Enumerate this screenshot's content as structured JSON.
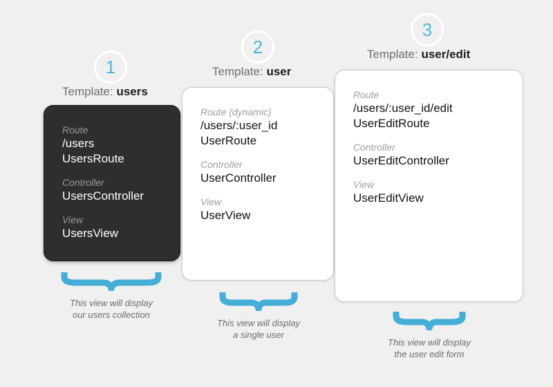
{
  "canvas": {
    "background": "#f0f0f0",
    "accent": "#4cb6de",
    "brace_color": "#44aed6",
    "dark_card_bg": "#2e2e2e",
    "light_card_bg": "#ffffff"
  },
  "steps": [
    {
      "number": "1",
      "template_prefix": "Template: ",
      "template_name": "users",
      "theme": "dark",
      "rows": [
        {
          "key": "Route",
          "value_1": "/users",
          "value_2": "UsersRoute"
        },
        {
          "key": "Controller",
          "value_1": "UsersController",
          "value_2": ""
        },
        {
          "key": "View",
          "value_1": "UsersView",
          "value_2": ""
        }
      ],
      "description_line_1": "This view will display",
      "description_line_2": "our users collection"
    },
    {
      "number": "2",
      "template_prefix": "Template: ",
      "template_name": "user",
      "theme": "light",
      "rows": [
        {
          "key": "Route (dynamic)",
          "value_1": "/users/:user_id",
          "value_2": "UserRoute"
        },
        {
          "key": "Controller",
          "value_1": "UserController",
          "value_2": ""
        },
        {
          "key": "View",
          "value_1": "UserView",
          "value_2": ""
        }
      ],
      "description_line_1": "This view will display",
      "description_line_2": "a single user"
    },
    {
      "number": "3",
      "template_prefix": "Template: ",
      "template_name": "user/edit",
      "theme": "light",
      "rows": [
        {
          "key": "Route",
          "value_1": "/users/:user_id/edit",
          "value_2": "UserEditRoute"
        },
        {
          "key": "Controller",
          "value_1": "UserEditController",
          "value_2": ""
        },
        {
          "key": "View",
          "value_1": "UserEditView",
          "value_2": ""
        }
      ],
      "description_line_1": "This view will display",
      "description_line_2": "the user edit form"
    }
  ]
}
